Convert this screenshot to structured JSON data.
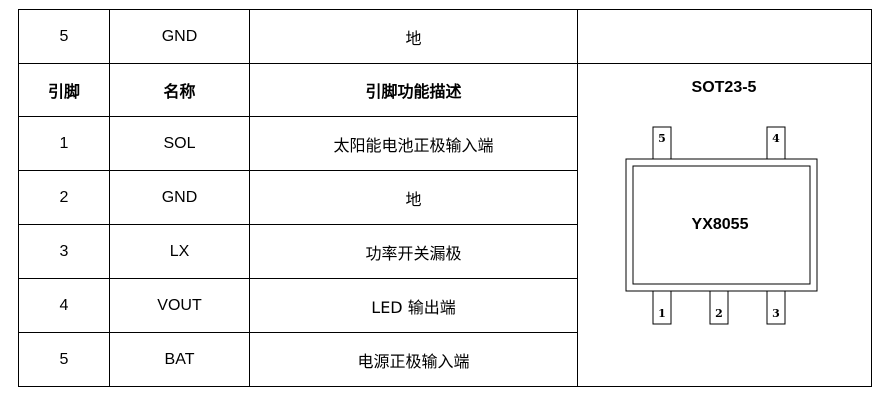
{
  "first_row": {
    "pin": "5",
    "name": "GND",
    "description": "地"
  },
  "header": {
    "pin": "引脚",
    "name": "名称",
    "description": "引脚功能描述"
  },
  "rows": [
    {
      "pin": "1",
      "name": "SOL",
      "description": "太阳能电池正极输入端"
    },
    {
      "pin": "2",
      "name": "GND",
      "description": "地"
    },
    {
      "pin": "3",
      "name": "LX",
      "description": "功率开关漏极"
    },
    {
      "pin": "4",
      "name": "VOUT",
      "description": "LED 输出端"
    },
    {
      "pin": "5",
      "name": "BAT",
      "description": "电源正极输入端"
    }
  ],
  "package": {
    "type": "SOT23-5",
    "chip": "YX8055",
    "pins_top": [
      "5",
      "4"
    ],
    "pins_bottom": [
      "1",
      "2",
      "3"
    ]
  }
}
